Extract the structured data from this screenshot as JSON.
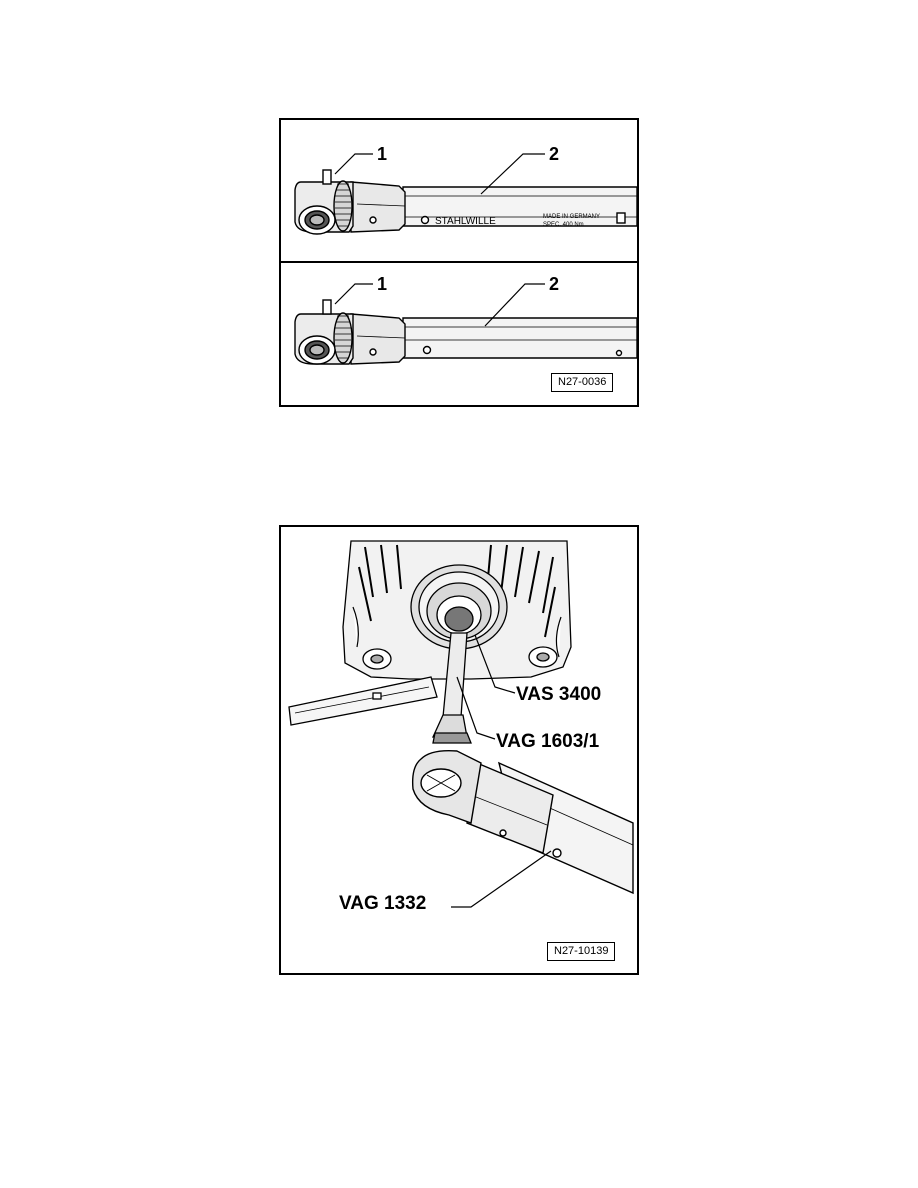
{
  "figure_top": {
    "panel_upper": {
      "callout_1": "1",
      "callout_2": "2",
      "wrench_brand": "STAHLWILLE",
      "wrench_marking_line1": "MADE IN GERMANY",
      "wrench_marking_line2": "SPEC. 400 Nm"
    },
    "panel_lower": {
      "callout_1": "1",
      "callout_2": "2"
    },
    "figure_id": "N27-0036"
  },
  "figure_bottom": {
    "label_vas": "VAS 3400",
    "label_vag_adapter": "VAG 1603/1",
    "label_vag_wrench": "VAG 1332",
    "figure_id": "N27-10139"
  }
}
